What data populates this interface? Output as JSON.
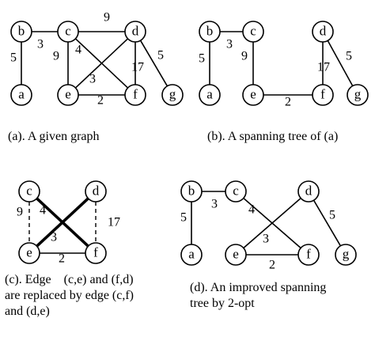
{
  "panels": [
    {
      "id": "a",
      "caption": [
        "(a). A given graph"
      ],
      "nodes": [
        "b",
        "c",
        "d",
        "a",
        "e",
        "f",
        "g"
      ],
      "edges": [
        {
          "u": "b",
          "v": "c",
          "w": "3",
          "style": "normal"
        },
        {
          "u": "b",
          "v": "a",
          "w": "5",
          "style": "normal"
        },
        {
          "u": "c",
          "v": "d",
          "w": "9",
          "style": "normal"
        },
        {
          "u": "c",
          "v": "e",
          "w": "9",
          "style": "normal"
        },
        {
          "u": "c",
          "v": "f",
          "w": "4",
          "style": "normal"
        },
        {
          "u": "d",
          "v": "e",
          "w": "3",
          "style": "normal"
        },
        {
          "u": "d",
          "v": "f",
          "w": "17",
          "style": "normal"
        },
        {
          "u": "d",
          "v": "g",
          "w": "5",
          "style": "normal"
        },
        {
          "u": "e",
          "v": "f",
          "w": "2",
          "style": "normal"
        }
      ]
    },
    {
      "id": "b",
      "caption": [
        "(b). A spanning tree of (a)"
      ],
      "nodes": [
        "b",
        "c",
        "d",
        "a",
        "e",
        "f",
        "g"
      ],
      "edges": [
        {
          "u": "b",
          "v": "c",
          "w": "3",
          "style": "normal"
        },
        {
          "u": "b",
          "v": "a",
          "w": "5",
          "style": "normal"
        },
        {
          "u": "c",
          "v": "e",
          "w": "9",
          "style": "normal"
        },
        {
          "u": "e",
          "v": "f",
          "w": "2",
          "style": "normal"
        },
        {
          "u": "d",
          "v": "f",
          "w": "17",
          "style": "normal"
        },
        {
          "u": "d",
          "v": "g",
          "w": "5",
          "style": "normal"
        }
      ]
    },
    {
      "id": "c",
      "caption": [
        "(c). Edge    (c,e) and (f,d)",
        "are replaced by edge (c,f)",
        "and (d,e)"
      ],
      "nodes": [
        "c",
        "d",
        "e",
        "f"
      ],
      "edges": [
        {
          "u": "c",
          "v": "e",
          "w": "9",
          "style": "dashed"
        },
        {
          "u": "d",
          "v": "f",
          "w": "17",
          "style": "dashed"
        },
        {
          "u": "c",
          "v": "f",
          "w": "4",
          "style": "bold"
        },
        {
          "u": "d",
          "v": "e",
          "w": "3",
          "style": "bold"
        },
        {
          "u": "e",
          "v": "f",
          "w": "2",
          "style": "normal"
        }
      ]
    },
    {
      "id": "d",
      "caption": [
        "(d). An improved spanning",
        "tree by 2-opt"
      ],
      "nodes": [
        "b",
        "c",
        "d",
        "a",
        "e",
        "f",
        "g"
      ],
      "edges": [
        {
          "u": "b",
          "v": "c",
          "w": "3",
          "style": "normal"
        },
        {
          "u": "b",
          "v": "a",
          "w": "5",
          "style": "normal"
        },
        {
          "u": "c",
          "v": "f",
          "w": "4",
          "style": "normal"
        },
        {
          "u": "d",
          "v": "e",
          "w": "3",
          "style": "normal"
        },
        {
          "u": "e",
          "v": "f",
          "w": "2",
          "style": "normal"
        },
        {
          "u": "d",
          "v": "g",
          "w": "5",
          "style": "normal"
        }
      ]
    }
  ]
}
